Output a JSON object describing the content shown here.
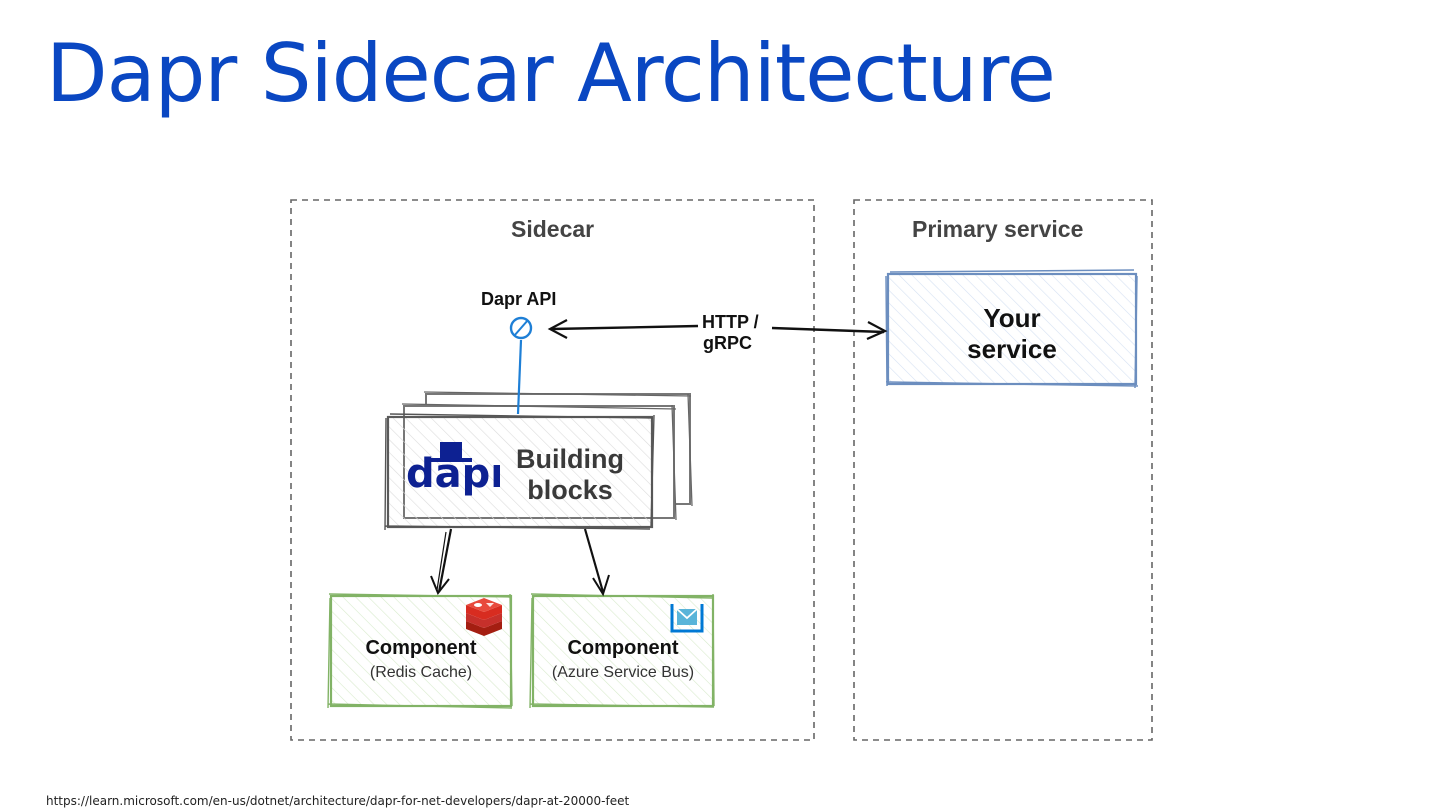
{
  "slide": {
    "title": "Dapr Sidecar Architecture",
    "footer_url": "https://learn.microsoft.com/en-us/dotnet/architecture/dapr-for-net-developers/dapr-at-20000-feet"
  },
  "diagram": {
    "sidecar_group": {
      "label": "Sidecar"
    },
    "primary_group": {
      "label": "Primary service"
    },
    "dapr_api": {
      "label": "Dapr API"
    },
    "protocol": {
      "line1": "HTTP /",
      "line2": "gRPC"
    },
    "your_service": {
      "line1": "Your",
      "line2": "service"
    },
    "building_blocks": {
      "logo_text": "dapr",
      "line1": "Building",
      "line2": "blocks"
    },
    "components": [
      {
        "title": "Component",
        "subtitle": "(Redis Cache)",
        "icon": "redis-icon"
      },
      {
        "title": "Component",
        "subtitle": "(Azure Service Bus)",
        "icon": "azure-service-bus-icon"
      }
    ],
    "colors": {
      "title_blue": "#0a47c2",
      "api_blue": "#1e7fd6",
      "service_blue": "#6c8ebf",
      "component_green": "#82b366",
      "dapr_navy": "#0d2192",
      "redis_red": "#c6302b"
    }
  }
}
